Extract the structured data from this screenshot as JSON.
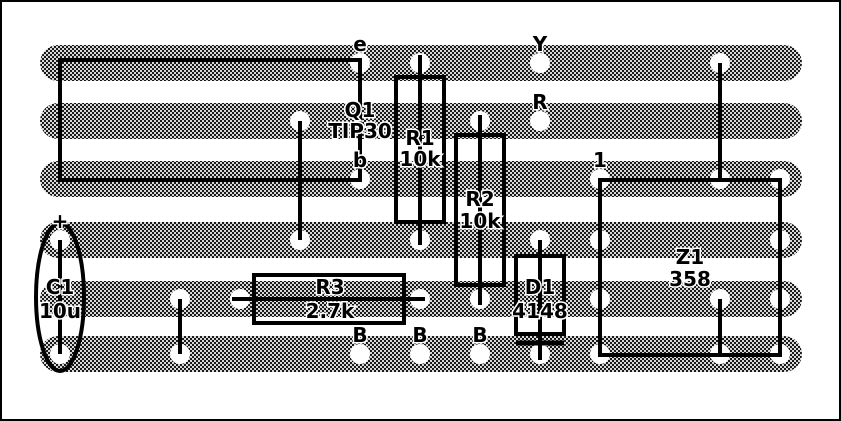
{
  "colors": {
    "background": "#ffffff",
    "strip_dark": "#1a1a1a",
    "strip_light": "#d8d8d8",
    "hole": "#ffffff",
    "ink": "#000000"
  },
  "pin_labels": {
    "e": "e",
    "b": "b",
    "y": "Y",
    "r": "R",
    "pin1": "1",
    "b1": "B",
    "b2": "B",
    "b3": "B",
    "plus": "+"
  },
  "components": {
    "q1": {
      "ref": "Q1",
      "value": "TIP30"
    },
    "r1": {
      "ref": "R1",
      "value": "10k"
    },
    "r2": {
      "ref": "R2",
      "value": "10k"
    },
    "r3": {
      "ref": "R3",
      "value": "2.7k"
    },
    "d1": {
      "ref": "D1",
      "value": "4148"
    },
    "c1": {
      "ref": "C1",
      "value": "10u"
    },
    "z1": {
      "ref": "Z1",
      "value": "358"
    }
  }
}
